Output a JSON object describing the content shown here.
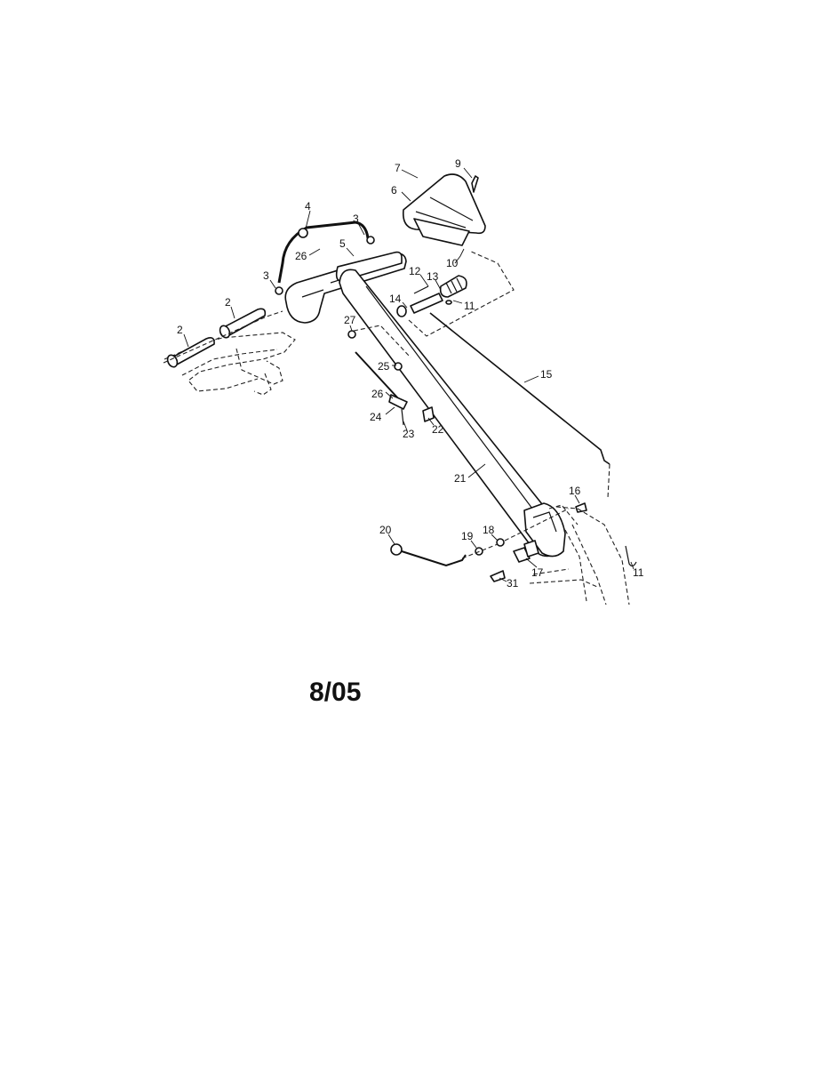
{
  "date_code": "8/05",
  "callouts": {
    "c2a": "2",
    "c2b": "2",
    "c3a": "3",
    "c3b": "3",
    "c4": "4",
    "c5": "5",
    "c6": "6",
    "c7": "7",
    "c9": "9",
    "c10": "10",
    "c11a": "11",
    "c11b": "11",
    "c12": "12",
    "c13": "13",
    "c14": "14",
    "c15": "15",
    "c16": "16",
    "c17": "17",
    "c18": "18",
    "c19": "19",
    "c20": "20",
    "c21": "21",
    "c22": "22",
    "c23": "23",
    "c24": "24",
    "c25": "25",
    "c26a": "26",
    "c26b": "26",
    "c27": "27",
    "c31": "31"
  }
}
